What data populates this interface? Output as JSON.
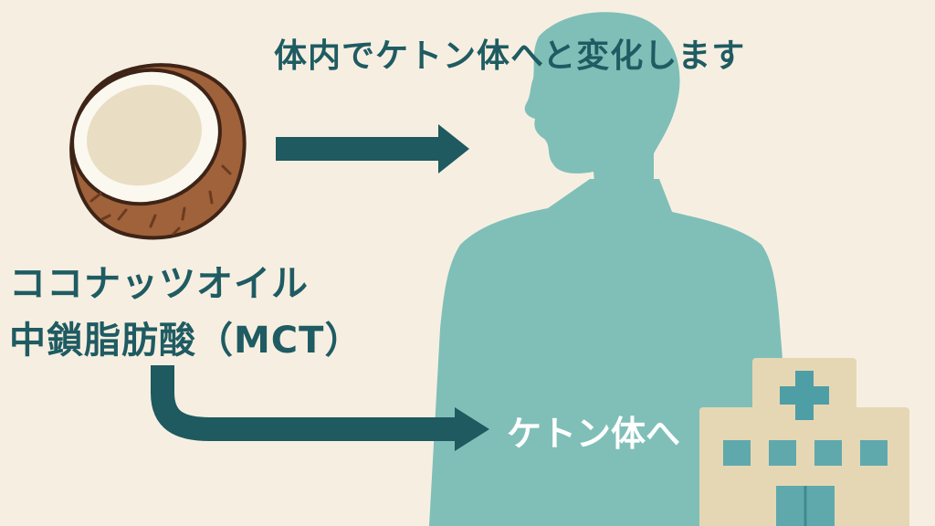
{
  "title": "体内でケトン体へと変化します",
  "source_label": {
    "line1": "ココナッツオイル",
    "line2": "中鎖脂肪酸（MCT）"
  },
  "body_label": "ケトン体へ",
  "colors": {
    "background": "#f6efe1",
    "text": "#1f5b62",
    "arrow": "#1e5a60",
    "body": "#7fbfb8",
    "coconut_shell": "#9a5a33",
    "coconut_flesh": "#e8dcc0",
    "hospital_wall": "#e6d7b4",
    "hospital_window": "#5fa9ad",
    "hospital_cross": "#4e9ea6"
  },
  "icons": [
    "coconut-icon",
    "human-silhouette-icon",
    "hospital-icon",
    "arrow-right-icon",
    "curved-arrow-icon"
  ]
}
